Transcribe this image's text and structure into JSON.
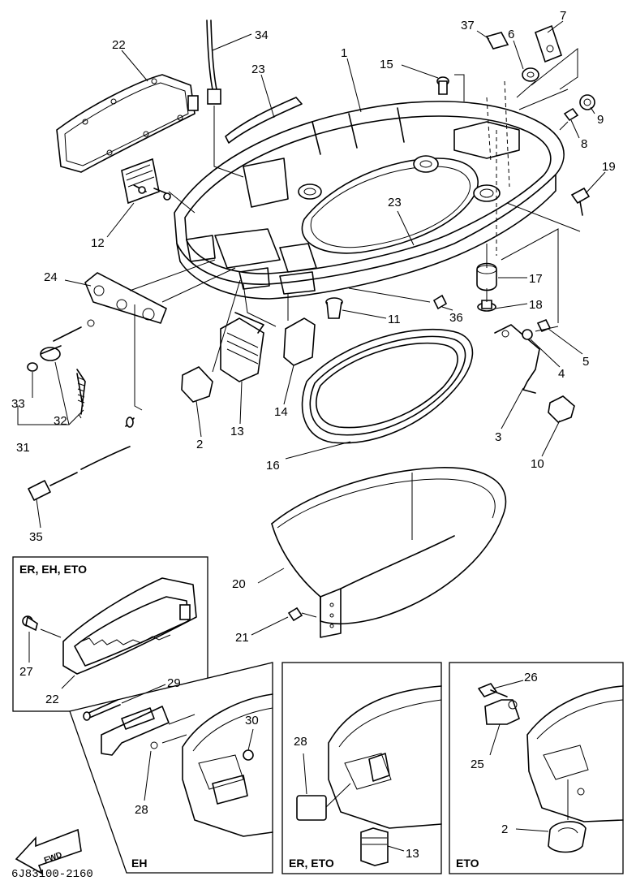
{
  "diagram": {
    "drawing_code": "6J83100-2160",
    "fwd_label": "FWD",
    "insets": {
      "top_left": "ER, EH, ETO",
      "eh": "EH",
      "er_eto": "ER, ETO",
      "eto": "ETO"
    },
    "callouts": [
      "1",
      "2",
      "3",
      "4",
      "5",
      "6",
      "7",
      "8",
      "9",
      "10",
      "11",
      "12",
      "13",
      "14",
      "15",
      "16",
      "17",
      "18",
      "19",
      "20",
      "21",
      "22",
      "23",
      "23",
      "24",
      "26",
      "25",
      "27",
      "22",
      "28",
      "29",
      "30",
      "28",
      "13",
      "2",
      "31",
      "32",
      "33",
      "34",
      "35",
      "36",
      "37",
      "2"
    ]
  }
}
